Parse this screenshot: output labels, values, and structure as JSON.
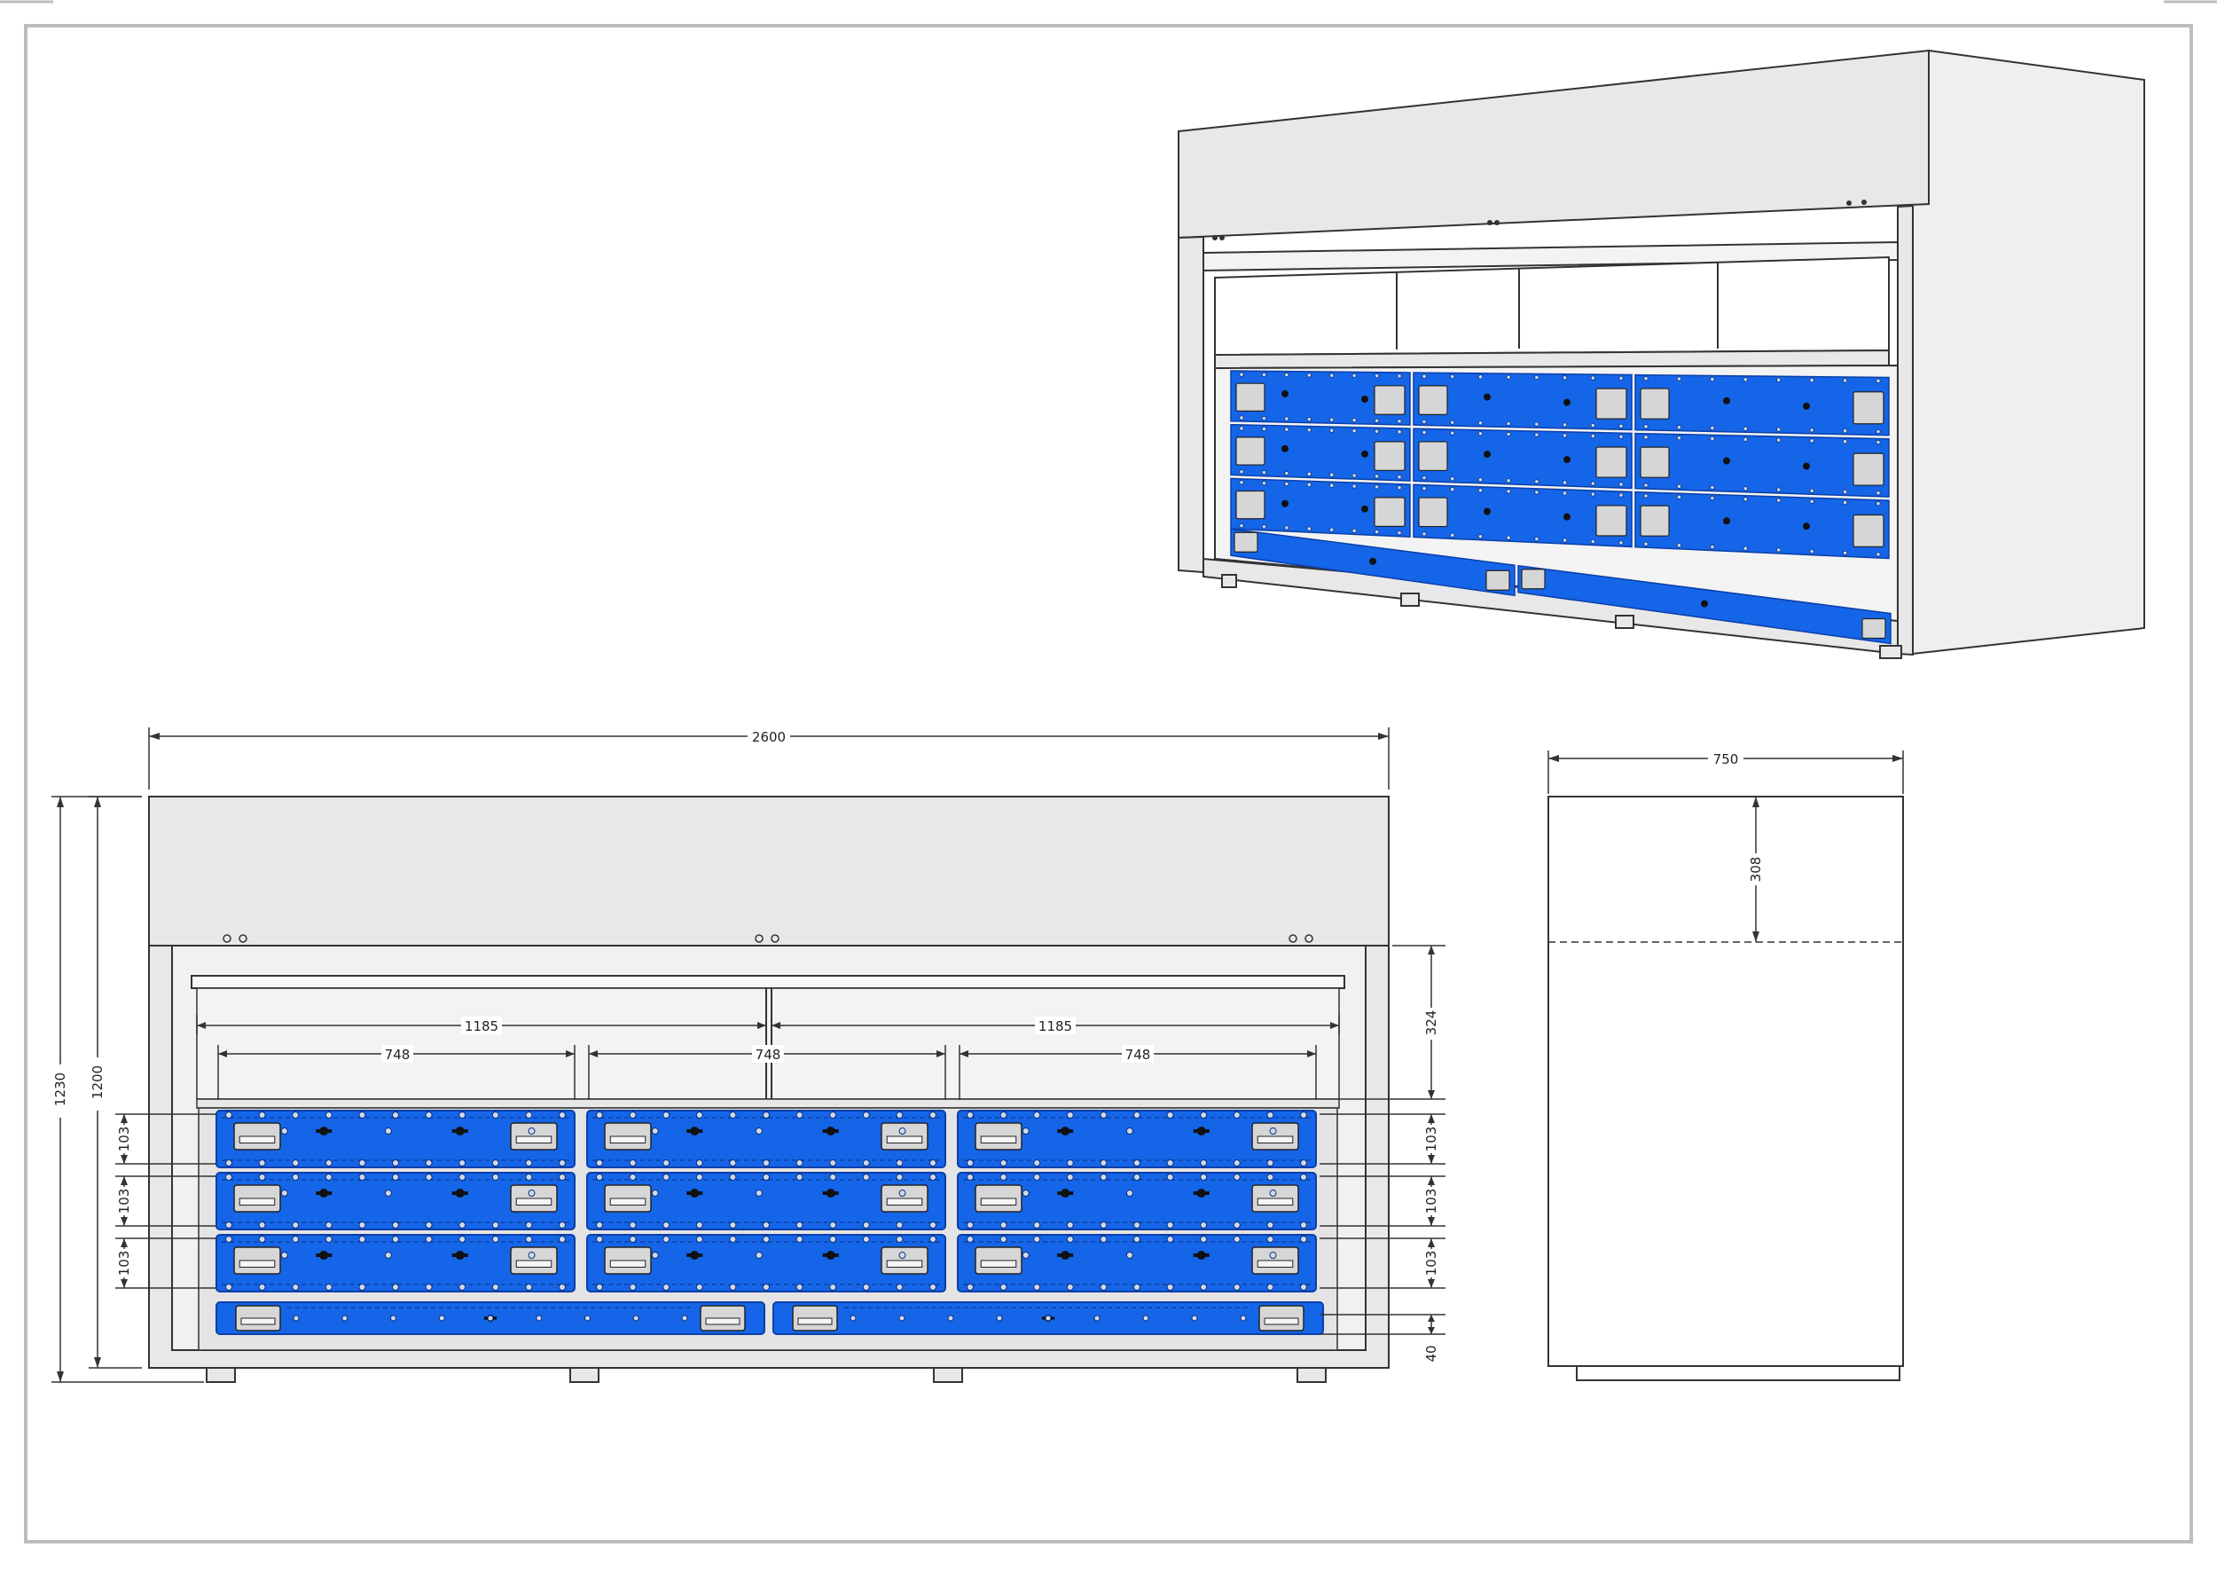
{
  "drawing": {
    "colors": {
      "paper_border": "#bdbdbd",
      "cabinet_fill": "#e8e8e8",
      "cabinet_light": "#f3f3f3",
      "line": "#333333",
      "drawer_blue": "#1565e8",
      "drawer_blue_dark": "#0b3fa8",
      "handle_fill": "#d6d6d6"
    },
    "front_view": {
      "dim_overall_width": "2600",
      "dim_overall_height": "1230",
      "dim_body_height": "1200",
      "dim_left_bay": "1185",
      "dim_right_bay": "1185",
      "dim_drawer_col_1": "748",
      "dim_drawer_col_2": "748",
      "dim_drawer_col_3": "748",
      "dim_shelf_height": "324",
      "dim_drawer_left_1": "103",
      "dim_drawer_left_2": "103",
      "dim_drawer_left_3": "103",
      "dim_drawer_right_1": "103",
      "dim_drawer_right_2": "103",
      "dim_drawer_right_3": "103",
      "dim_bottom_drawer": "40",
      "drawer_rows": 3,
      "drawer_columns": 3,
      "bottom_drawers": 2
    },
    "side_view": {
      "dim_depth": "750",
      "dim_top_section": "308"
    },
    "iso_view": {
      "drawer_rows": 3,
      "drawer_columns": 3,
      "bottom_drawers": 2
    }
  }
}
